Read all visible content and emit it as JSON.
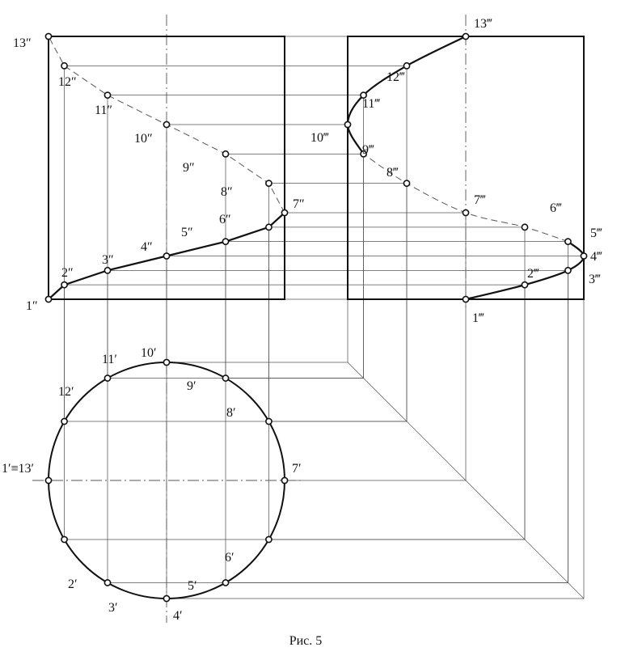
{
  "caption": "Рис. 5",
  "front_view": {
    "labels": [
      "1″",
      "2″",
      "3″",
      "4″",
      "5″",
      "6″",
      "7″",
      "8″",
      "9″",
      "10″",
      "11″",
      "12″",
      "13″"
    ]
  },
  "side_view": {
    "labels": [
      "1‴",
      "2‴",
      "3‴",
      "4‴",
      "5‴",
      "6‴",
      "7‴",
      "8‴",
      "9‴",
      "10‴",
      "11‴",
      "12‴",
      "13‴"
    ]
  },
  "top_view": {
    "labels": [
      "1′≡13′",
      "2′",
      "3′",
      "4′",
      "5′",
      "6′",
      "7′",
      "8′",
      "9′",
      "10′",
      "11′",
      "12′"
    ]
  },
  "colors": {
    "line": "#111111",
    "thin": "#555555",
    "background": "#ffffff"
  }
}
